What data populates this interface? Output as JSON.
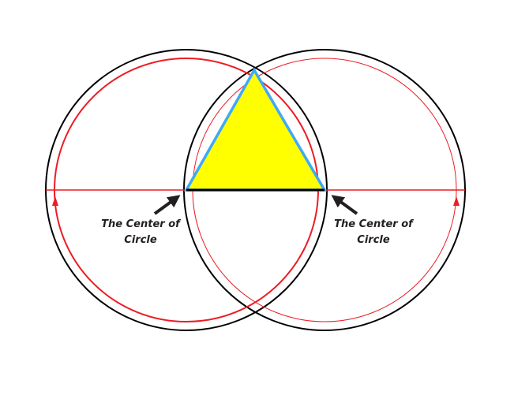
{
  "labels": {
    "left_center": {
      "line1": "The Center of",
      "line2": "Circle"
    },
    "right_center": {
      "line1": "The Center of",
      "line2": "Circle"
    }
  },
  "colors": {
    "outer_circle": "#000000",
    "inner_circle": "#ed1c24",
    "triangle_fill": "#ffff00",
    "triangle_edge": "#3fa9f5",
    "arrow": "#231f20"
  }
}
